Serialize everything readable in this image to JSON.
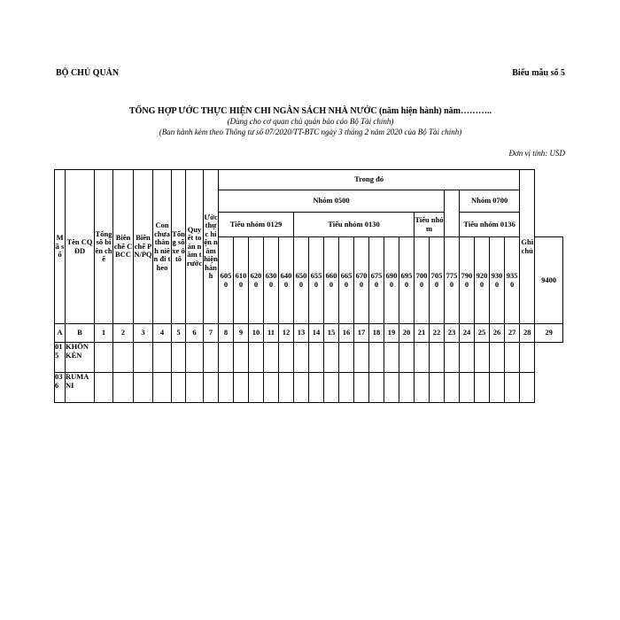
{
  "header": {
    "left": "BỘ CHỦ QUẢN",
    "right": "Biểu mẫu số 5"
  },
  "title": "TỔNG HỢP ƯỚC THỰC HIỆN CHI NGÂN SÁCH NHÀ NƯỚC (năm hiện hành) năm………..",
  "subtitle1": "(Dùng cho cơ quan chủ quản báo cáo Bộ Tài chính)",
  "subtitle2": "(Ban hành kèm theo Thông tư số 07/2020/TT-BTC ngày 3 tháng 2 năm 2020 của Bộ Tài chính)",
  "unit": "Đơn vị tính: USD",
  "table": {
    "headers": {
      "ma_so": "Mã số",
      "ten_cqdd": "Tên CQĐD",
      "tong_so_bien_che": "Tổng số biên chế",
      "bien_che_cbcc": "Biên chế CBCC",
      "bien_che_pnpq": "Biên chế PN/PQ",
      "con_chua_thanh_nien": "Con chưa thành niên đi theo",
      "ton_so_xe_oto": "Tổng số xe ôtô",
      "quyet_toan": "Quyết toán năm trước",
      "uoc_thuc_hien": "Ước thực hiện năm hiện hành",
      "trong_do": "Trong đó",
      "nhom_0500": "Nhóm 0500",
      "nhom_0700": "Nhóm 0700",
      "tieu_nhom_0129": "Tiểu nhóm 0129",
      "tieu_nhom_0130": "Tiểu nhóm 0130",
      "tieu_nhom": "Tiểu nhóm",
      "tieu_nhom_0136": "Tiểu nhóm 0136",
      "ghi_chu": "Ghi chú"
    },
    "codes": [
      "6050",
      "6100",
      "6200",
      "6300",
      "6400",
      "6500",
      "6550",
      "6600",
      "6650",
      "6700",
      "6750",
      "6900",
      "6950",
      "7000",
      "7050",
      "7750",
      "7900",
      "9200",
      "9300",
      "9350",
      "9400"
    ],
    "index_row": [
      "A",
      "B",
      "1",
      "2",
      "3",
      "4",
      "5",
      "6",
      "7",
      "8",
      "9",
      "10",
      "11",
      "12",
      "13",
      "14",
      "15",
      "16",
      "17",
      "18",
      "19",
      "20",
      "21",
      "22",
      "23",
      "24",
      "25",
      "26",
      "27",
      "28",
      "29"
    ],
    "rows": [
      {
        "ma_so": "015",
        "ten": "KHÔN KÈN"
      },
      {
        "ma_so": "036",
        "ten": "RUMANI"
      }
    ]
  }
}
